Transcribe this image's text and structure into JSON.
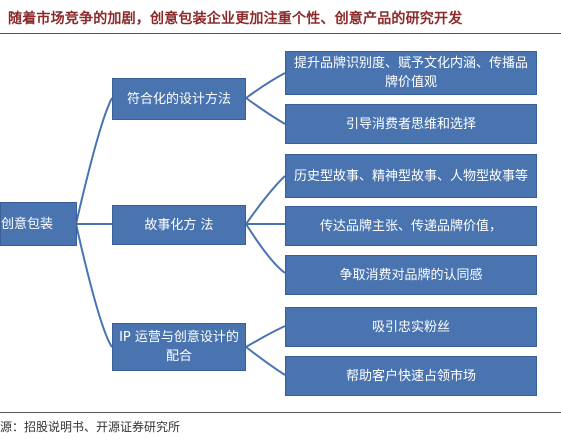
{
  "title": "随着市场竞争的加剧，创意包装企业更加注重个性、创意产品的研究开发",
  "root": "创意包装",
  "branches": [
    {
      "label": "符合化的设计方法",
      "leaves": [
        "提升品牌识别度、赋予文化内涵、传播品牌价值观",
        "引导消费者思维和选择"
      ]
    },
    {
      "label": "故事化方 法",
      "leaves": [
        "历史型故事、精神型故事、人物型故事等",
        "传达品牌主张、传递品牌价值，",
        "争取消费对品牌的认同感"
      ]
    },
    {
      "label": "IP 运营与创意设计的配合",
      "leaves": [
        "吸引忠实粉丝",
        "帮助客户快速占领市场"
      ]
    }
  ],
  "source": "源：招股说明书、开源证券研究所",
  "colors": {
    "box": "#4a74b0",
    "title": "#8b2a2a",
    "line": "#4a74b0"
  }
}
